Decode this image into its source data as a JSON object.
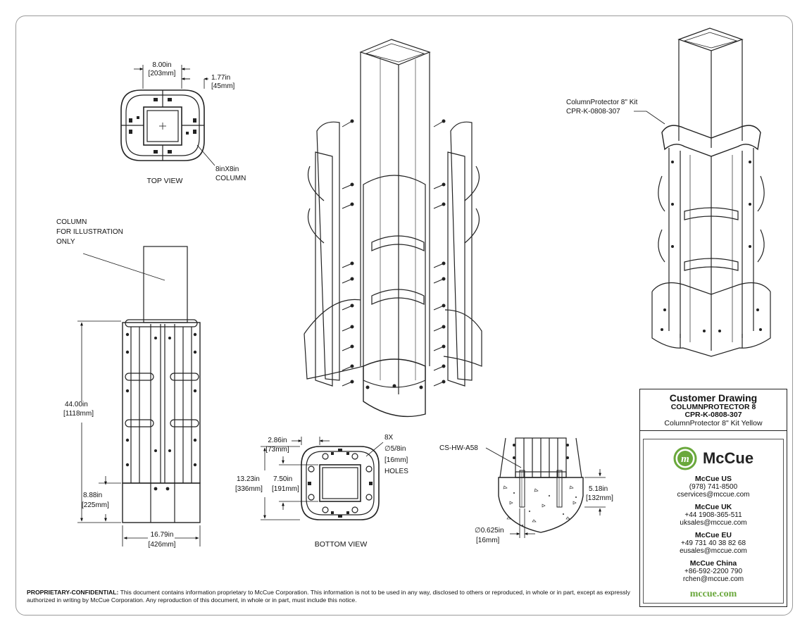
{
  "top_view": {
    "width_in": "8.00in",
    "width_mm": "[203mm]",
    "gap_in": "1.77in",
    "gap_mm": "[45mm]",
    "column_label_1": "8inX8in",
    "column_label_2": "COLUMN",
    "caption": "TOP VIEW"
  },
  "side_view": {
    "note_1": "COLUMN",
    "note_2": "FOR ILLUSTRATION",
    "note_3": "ONLY",
    "height_in": "44.00in",
    "height_mm": "[1118mm]",
    "base_in": "8.88in",
    "base_mm": "[225mm]",
    "width_in": "16.79in",
    "width_mm": "[426mm]"
  },
  "bottom_view": {
    "edge_in": "2.86in",
    "edge_mm": "[73mm]",
    "overall_in": "13.23in",
    "overall_mm": "[336mm]",
    "inner_in": "7.50in",
    "inner_mm": "[191mm]",
    "holes_1": "8X",
    "holes_2": "∅5/8in",
    "holes_3": "[16mm]",
    "holes_4": "HOLES",
    "caption": "BOTTOM VIEW"
  },
  "anchor_detail": {
    "hardware": "CS-HW-A58",
    "depth_in": "5.18in",
    "depth_mm": "[132mm]",
    "dia_in": "∅0.625in",
    "dia_mm": "[16mm]"
  },
  "iso_callout": {
    "line_1": "ColumnProtector 8\" Kit",
    "line_2": "CPR-K-0808-307"
  },
  "title_block": {
    "title": "Customer Drawing",
    "product": "COLUMNPROTECTOR 8",
    "part_no": "CPR-K-0808-307",
    "description": "ColumnProtector 8\" Kit Yellow",
    "logo_letter": "m",
    "brand": "McCue",
    "offices": [
      {
        "name": "McCue US",
        "phone": "(978) 741-8500",
        "email": "cservices@mccue.com"
      },
      {
        "name": "McCue UK",
        "phone": "+44 1908-365-511",
        "email": "uksales@mccue.com"
      },
      {
        "name": "McCue EU",
        "phone": "+49 731 40 38 82 68",
        "email": "eusales@mccue.com"
      },
      {
        "name": "McCue China",
        "phone": "+86-592-2200 790",
        "email": "rchen@mccue.com"
      }
    ],
    "website": "mccue.com",
    "brand_green": "#6aa83c"
  },
  "notice": {
    "label": "PROPRIETARY-CONFIDENTIAL:",
    "text": "This document contains information proprietary to McCue Corporation. This information is not to be used in any way, disclosed to others or reproduced, in whole or in part, except as expressly authorized in writing by McCue Corporation. Any reproduction of this document, in whole or in part, must include this notice."
  }
}
